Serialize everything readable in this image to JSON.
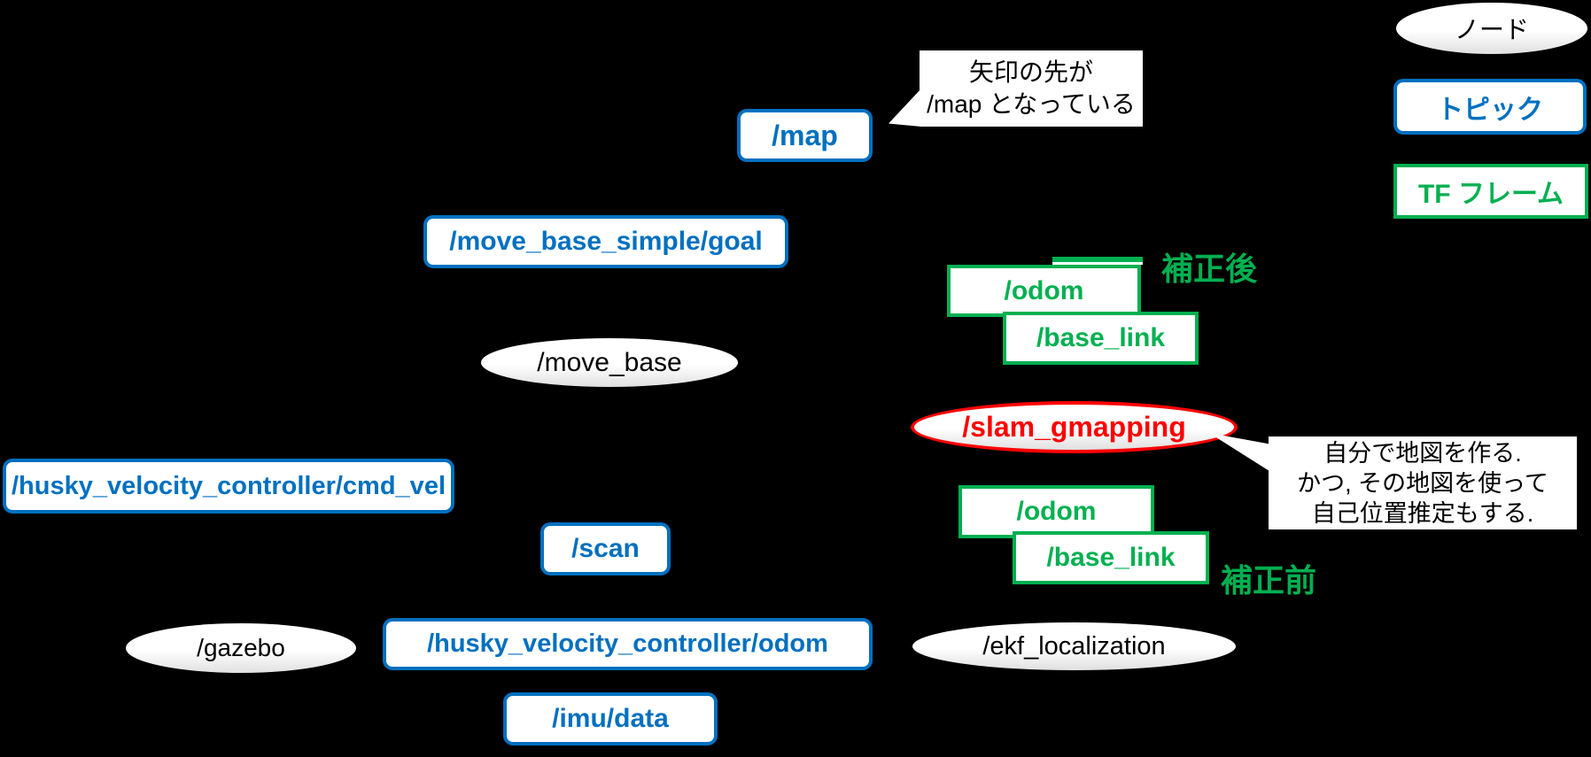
{
  "colors": {
    "background": "#000000",
    "topic_blue": "#0070C0",
    "tf_green": "#00B050",
    "node_red": "#FF0000",
    "callout_text": "#000000"
  },
  "legend": {
    "node_label": "ノード",
    "topic_label": "トピック",
    "tf_label": "TF フレーム"
  },
  "nodes": {
    "move_base": "/move_base",
    "gazebo": "/gazebo",
    "ekf_localization": "/ekf_localization",
    "slam_gmapping": "/slam_gmapping"
  },
  "topics": {
    "map": "/map",
    "move_base_simple_goal": "/move_base_simple/goal",
    "husky_cmd_vel": "/husky_velocity_controller/cmd_vel",
    "scan": "/scan",
    "husky_odom": "/husky_velocity_controller/odom",
    "imu_data": "/imu/data"
  },
  "tf_frames": {
    "odom_after": "/odom",
    "base_link_after": "/base_link",
    "odom_before": "/odom",
    "base_link_before": "/base_link"
  },
  "annotations": {
    "map_callout": {
      "lines": [
        "矢印の先が",
        "/map となっている"
      ]
    },
    "slam_callout": {
      "lines": [
        "自分で地図を作る.",
        "かつ, その地図を使って",
        "自己位置推定もする."
      ]
    },
    "after_correction_label": "補正後",
    "before_correction_label": "補正前"
  }
}
